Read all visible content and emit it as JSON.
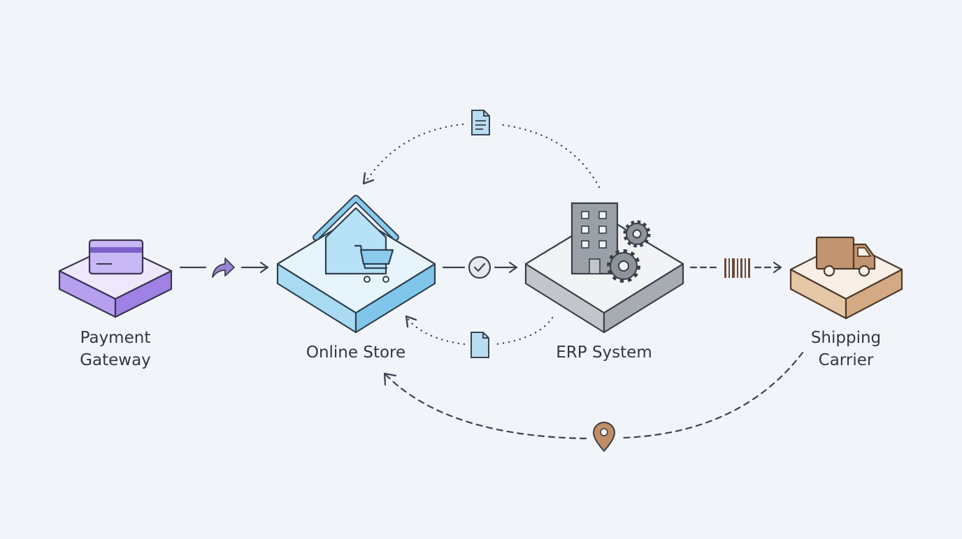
{
  "nodes": [
    {
      "id": "payment_gateway",
      "label_lines": [
        "Payment",
        "Gateway"
      ],
      "icon": "credit-card-icon",
      "color": "#c8b8f5"
    },
    {
      "id": "online_store",
      "label_lines": [
        "Online Store"
      ],
      "icon": "store-cart-icon",
      "color": "#b6e1f7"
    },
    {
      "id": "erp_system",
      "label_lines": [
        "ERP System"
      ],
      "icon": "building-gears-icon",
      "color": "#d3d6db"
    },
    {
      "id": "shipping_carrier",
      "label_lines": [
        "Shipping",
        "Carrier"
      ],
      "icon": "delivery-truck-icon",
      "color": "#e6cdb3"
    }
  ],
  "connectors": [
    {
      "from": "payment_gateway",
      "to": "online_store",
      "style": "solid",
      "icon": "share-arrow-icon"
    },
    {
      "from": "online_store",
      "to": "erp_system",
      "style": "solid",
      "icon": "check-circle-icon"
    },
    {
      "from": "erp_system",
      "to": "shipping_carrier",
      "style": "dashed",
      "icon": "barcode-icon"
    },
    {
      "from": "erp_system",
      "to": "online_store",
      "style": "dotted",
      "icon": "document-icon",
      "route": "upper-arc"
    },
    {
      "from": "erp_system",
      "to": "online_store",
      "style": "dotted",
      "icon": "document-icon",
      "route": "lower-arc"
    },
    {
      "from": "shipping_carrier",
      "to": "online_store",
      "style": "dashed",
      "icon": "location-pin-icon",
      "route": "bottom-arc"
    }
  ]
}
